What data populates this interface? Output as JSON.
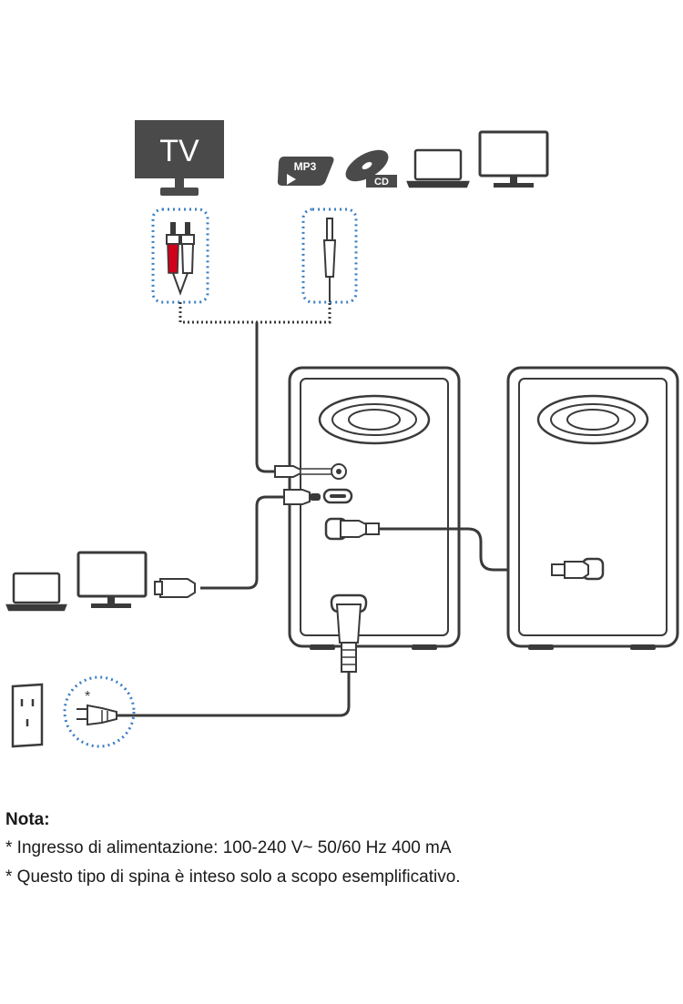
{
  "devices": {
    "tv_label": "TV",
    "mp3_label": "MP3",
    "cd_label": "CD",
    "outlet_marker": "*"
  },
  "colors": {
    "line": "#3a3a3a",
    "dark_fill": "#4a4a4a",
    "dotted_blue": "#3b7fc4",
    "red_plug": "#d0021b"
  },
  "note": {
    "title": "Nota:",
    "lines": [
      "* Ingresso di alimentazione: 100-240 V~ 50/60 Hz 400 mA",
      "* Questo tipo di spina è inteso solo a scopo esemplificativo."
    ]
  }
}
